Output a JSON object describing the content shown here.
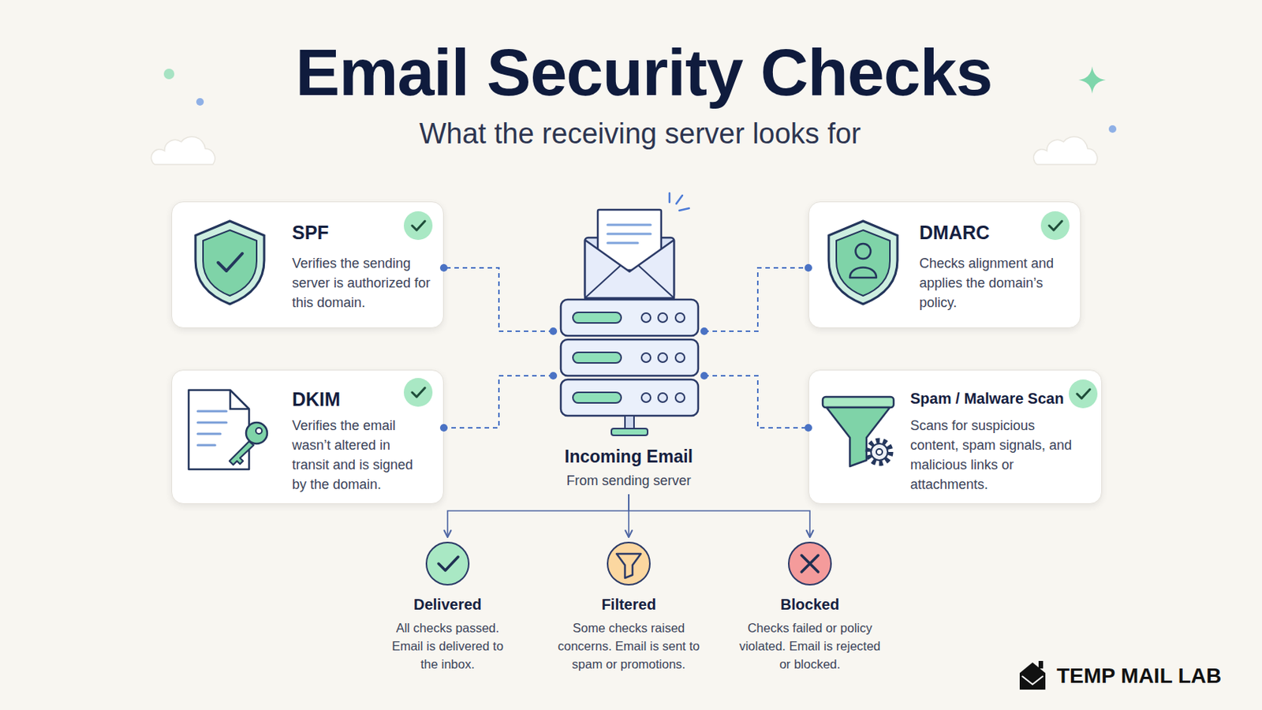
{
  "diagram": {
    "title": "Email Security Checks",
    "nodes": [
      {
        "text": [
          "SPF",
          "Verifies the sending server is authorized for this domain."
        ]
      },
      {
        "text": [
          "DKIM",
          "Verifies the email wasn’t altered in transit and is signed by the domain."
        ]
      },
      {
        "text": [
          "Incoming Email",
          "From sending server"
        ]
      },
      {
        "text": [
          "DMARC",
          "Checks alignment and applies the domain’s policy."
        ]
      },
      {
        "text": [
          "Spam / Malware Scan",
          "Scans for suspicious content, spam signals, and malicious links or attachments."
        ]
      },
      {
        "text": [
          "Delivered",
          "All checks passed. Email is delivered to the inbox."
        ]
      },
      {
        "text": [
          "Filtered",
          "Some checks raised concerns. Email is sent to spam or promotions."
        ]
      },
      {
        "text": [
          "Blocked",
          "Checks failed or policy violated. Email is rejected or blocked."
        ]
      }
    ],
    "edges": [
      {
        "from": 2,
        "to": 0,
        "arrow": "none"
      },
      {
        "from": 2,
        "to": 1,
        "arrow": "none"
      },
      {
        "from": 2,
        "to": 3,
        "arrow": "none"
      },
      {
        "from": 2,
        "to": 4,
        "arrow": "none"
      },
      {
        "from": 2,
        "to": 5,
        "arrow": "to"
      },
      {
        "from": 2,
        "to": 6,
        "arrow": "to"
      },
      {
        "from": 2,
        "to": 7,
        "arrow": "to"
      }
    ],
    "labels": [
      "What the receiving server looks for",
      "TEMP MAIL LAB"
    ]
  }
}
